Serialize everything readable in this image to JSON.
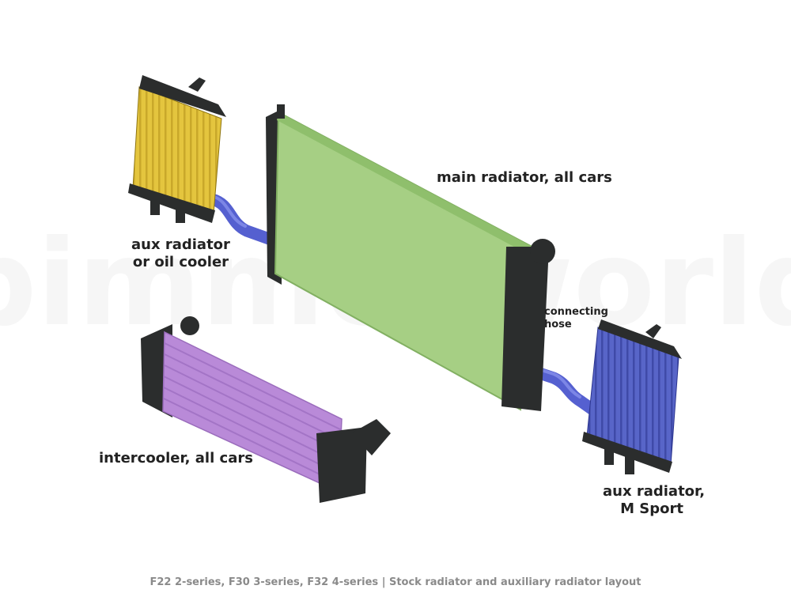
{
  "watermark": {
    "text": "bimmerworld"
  },
  "labels": {
    "main_radiator": "main radiator, all cars",
    "aux_oil_line1": "aux radiator",
    "aux_oil_line2": "or oil cooler",
    "connecting_hose_line1": "connecting",
    "connecting_hose_line2": "hose",
    "intercooler": "intercooler, all cars",
    "aux_msport_line1": "aux radiator,",
    "aux_msport_line2": "M Sport"
  },
  "caption": "F22 2-series, F30 3-series, F32 4-series  |  Stock radiator and auxiliary radiator layout",
  "colors": {
    "main_radiator": "#a6cf84",
    "aux_oil_cooler": "#e4c53e",
    "aux_msport": "#5865c8",
    "intercooler": "#b98ad8",
    "hose": "#5560d0",
    "frame": "#2b2d2d",
    "caption": "#8a8a8a"
  },
  "icons": [
    "radiator-core",
    "tank-frame",
    "hose-connector"
  ]
}
